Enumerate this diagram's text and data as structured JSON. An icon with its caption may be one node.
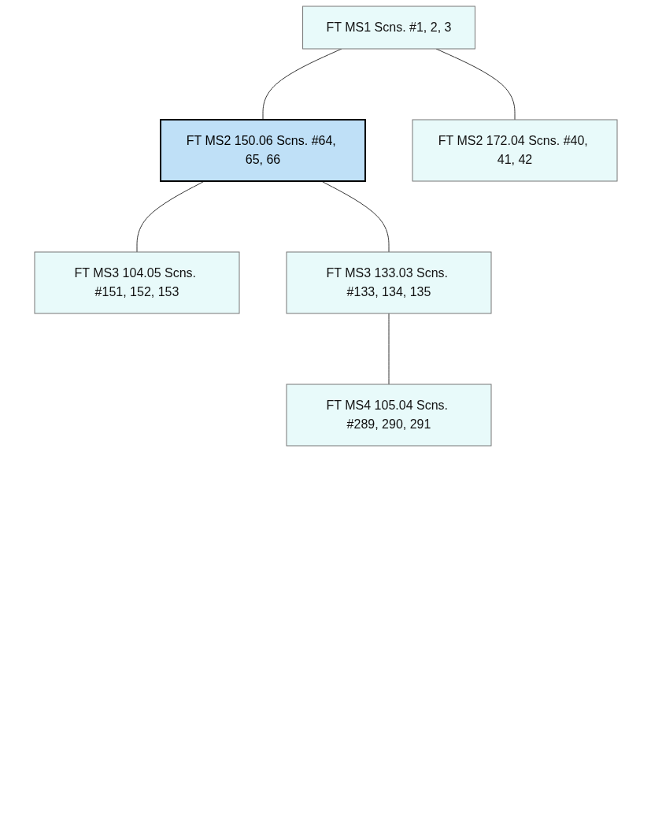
{
  "diagram": {
    "nodes": [
      {
        "text": [
          "FT MS1 Scns. #1, 2, 3"
        ]
      },
      {
        "text": [
          "FT MS2 150.06 Scns. #64, 65, 66"
        ]
      },
      {
        "text": [
          "FT MS2 172.04 Scns. #40, 41, 42"
        ]
      },
      {
        "text": [
          "FT MS3 104.05 Scns. #151, 152, 153"
        ]
      },
      {
        "text": [
          "FT MS3 133.03 Scns. #133, 134, 135"
        ]
      },
      {
        "text": [
          "FT MS4 105.04 Scns. #289, 290, 291"
        ]
      }
    ],
    "edges": [
      {
        "from": 0,
        "to": 1,
        "arrow": "none"
      },
      {
        "from": 0,
        "to": 2,
        "arrow": "none"
      },
      {
        "from": 1,
        "to": 3,
        "arrow": "none"
      },
      {
        "from": 1,
        "to": 4,
        "arrow": "none"
      },
      {
        "from": 4,
        "to": 5,
        "arrow": "none"
      }
    ]
  }
}
